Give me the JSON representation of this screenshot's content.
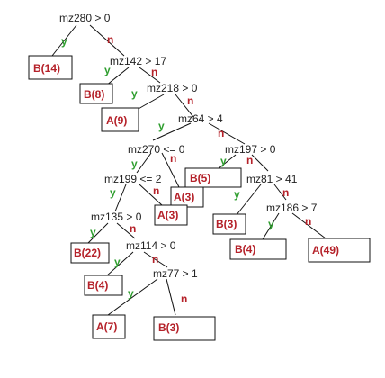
{
  "colors": {
    "yes_label": "#2f9e2f",
    "no_label": "#b5222a",
    "leaf_text": "#b5222a",
    "condition_text": "#222222",
    "line": "#111111"
  },
  "branch_labels": {
    "yes": "y",
    "no": "n"
  },
  "conditions": [
    {
      "id": "c1",
      "text": "mz280 > 0"
    },
    {
      "id": "c2",
      "text": "mz142 > 17"
    },
    {
      "id": "c3",
      "text": "mz218 > 0"
    },
    {
      "id": "c4",
      "text": "mz64 > 4"
    },
    {
      "id": "c5",
      "text": "mz270 <= 0"
    },
    {
      "id": "c6",
      "text": "mz197 > 0"
    },
    {
      "id": "c7",
      "text": "mz199 <= 2"
    },
    {
      "id": "c8",
      "text": "mz81 > 41"
    },
    {
      "id": "c9",
      "text": "mz135 > 0"
    },
    {
      "id": "c10",
      "text": "mz186 > 7"
    },
    {
      "id": "c11",
      "text": "mz114 > 0"
    },
    {
      "id": "c12",
      "text": "mz77 > 1"
    }
  ],
  "leaves": [
    {
      "id": "l1",
      "text": "B(14)"
    },
    {
      "id": "l2",
      "text": "B(8)"
    },
    {
      "id": "l3",
      "text": "A(9)"
    },
    {
      "id": "l4",
      "text": "B(5)"
    },
    {
      "id": "l5",
      "text": "A(3)"
    },
    {
      "id": "l6",
      "text": "A(3)"
    },
    {
      "id": "l7",
      "text": "B(3)"
    },
    {
      "id": "l8",
      "text": "B(22)"
    },
    {
      "id": "l9",
      "text": "B(4)"
    },
    {
      "id": "l10",
      "text": "A(49)"
    },
    {
      "id": "l11",
      "text": "B(4)"
    },
    {
      "id": "l12",
      "text": "A(7)"
    },
    {
      "id": "l13",
      "text": "B(3)"
    }
  ]
}
